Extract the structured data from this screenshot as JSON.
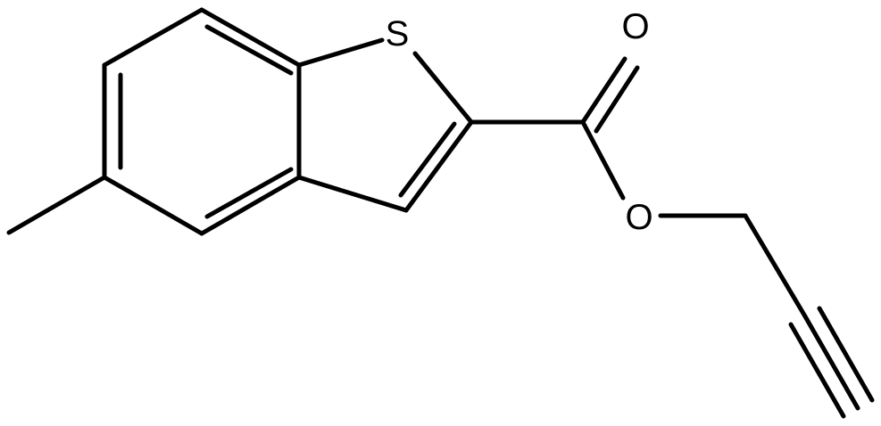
{
  "molecule": {
    "atoms": {
      "sulfur": "S",
      "carbonyl_oxygen": "O",
      "ester_oxygen": "O"
    },
    "colors": {
      "bond": "#000000",
      "background": "#ffffff"
    }
  }
}
